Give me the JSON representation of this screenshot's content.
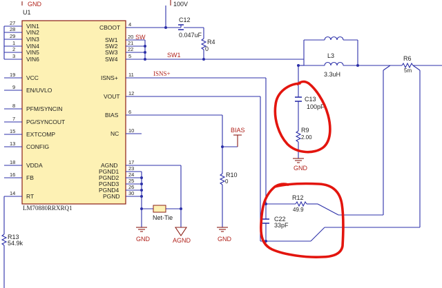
{
  "ic": {
    "ref": "U1",
    "part": "LM70880RRXRQ1",
    "left_pins": [
      {
        "num": "27",
        "name": "VIN1"
      },
      {
        "num": "28",
        "name": "VIN2"
      },
      {
        "num": "29",
        "name": "VIN3"
      },
      {
        "num": "1",
        "name": "VIN4"
      },
      {
        "num": "2",
        "name": "VIN5"
      },
      {
        "num": "3",
        "name": "VIN6"
      },
      {
        "num": "19",
        "name": "VCC"
      },
      {
        "num": "9",
        "name": "EN/UVLO"
      },
      {
        "num": "8",
        "name": "PFM/SYNCIN"
      },
      {
        "num": "7",
        "name": "PG/SYNCOUT"
      },
      {
        "num": "15",
        "name": "EXTCOMP"
      },
      {
        "num": "13",
        "name": "CONFIG"
      },
      {
        "num": "18",
        "name": "VDDA"
      },
      {
        "num": "16",
        "name": "FB"
      },
      {
        "num": "14",
        "name": "RT"
      }
    ],
    "right_pins": [
      {
        "num": "4",
        "name": "CBOOT"
      },
      {
        "num": "20",
        "name": "SW1"
      },
      {
        "num": "21",
        "name": "SW2"
      },
      {
        "num": "22",
        "name": "SW3"
      },
      {
        "num": "5",
        "name": "SW4"
      },
      {
        "num": "11",
        "name": "ISNS+"
      },
      {
        "num": "12",
        "name": "VOUT"
      },
      {
        "num": "6",
        "name": "BIAS"
      },
      {
        "num": "10",
        "name": "NC"
      },
      {
        "num": "17",
        "name": "AGND"
      },
      {
        "num": "23",
        "name": "PGND1"
      },
      {
        "num": "24",
        "name": "PGND2"
      },
      {
        "num": "25",
        "name": "PGND3"
      },
      {
        "num": "26",
        "name": "PGND4"
      },
      {
        "num": "30",
        "name": "PGND"
      }
    ]
  },
  "nets": {
    "gnd_top": "GND",
    "sw": "SW",
    "sw1": "SW1",
    "isns": "ISNS+",
    "bias": "BIAS",
    "v100": "100V",
    "gnd": "GND",
    "agnd": "AGND",
    "nettie": "Net-Tie"
  },
  "components": {
    "c12": {
      "ref": "C12",
      "value": "0.047uF"
    },
    "r4": {
      "ref": "R4",
      "value": "0"
    },
    "l3": {
      "ref": "L3",
      "value": "3.3uH"
    },
    "r6": {
      "ref": "R6",
      "value": "5m"
    },
    "c13": {
      "ref": "C13",
      "value": "100pF"
    },
    "r9": {
      "ref": "R9",
      "value": "2.00"
    },
    "r10": {
      "ref": "R10",
      "value": "0"
    },
    "r12": {
      "ref": "R12",
      "value": "49.9"
    },
    "c22": {
      "ref": "C22",
      "value": "33pF"
    },
    "r13": {
      "ref": "R13",
      "value": "54.9k"
    }
  }
}
